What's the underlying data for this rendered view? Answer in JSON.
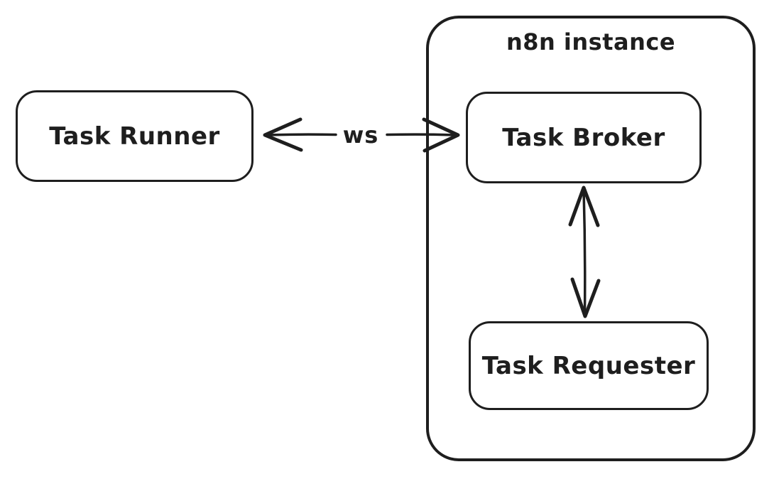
{
  "diagram": {
    "background_color": "#ffffff",
    "stroke_color": "#1e1e1e",
    "style": "hand-drawn-sketch",
    "nodes": {
      "task_runner": {
        "label": "Task Runner",
        "shape": "rounded-rectangle"
      },
      "n8n_instance": {
        "label": "n8n instance",
        "shape": "rounded-rectangle-container"
      },
      "task_broker": {
        "label": "Task Broker",
        "shape": "rounded-rectangle",
        "parent": "n8n instance"
      },
      "task_requester": {
        "label": "Task Requester",
        "shape": "rounded-rectangle",
        "parent": "n8n instance"
      }
    },
    "edges": {
      "ws": {
        "label": "ws",
        "type": "double-headed-arrow",
        "direction": "horizontal",
        "from": "Task Runner",
        "to": "Task Broker"
      },
      "broker_requester": {
        "label": "",
        "type": "double-headed-arrow",
        "direction": "vertical",
        "from": "Task Broker",
        "to": "Task Requester"
      }
    }
  }
}
